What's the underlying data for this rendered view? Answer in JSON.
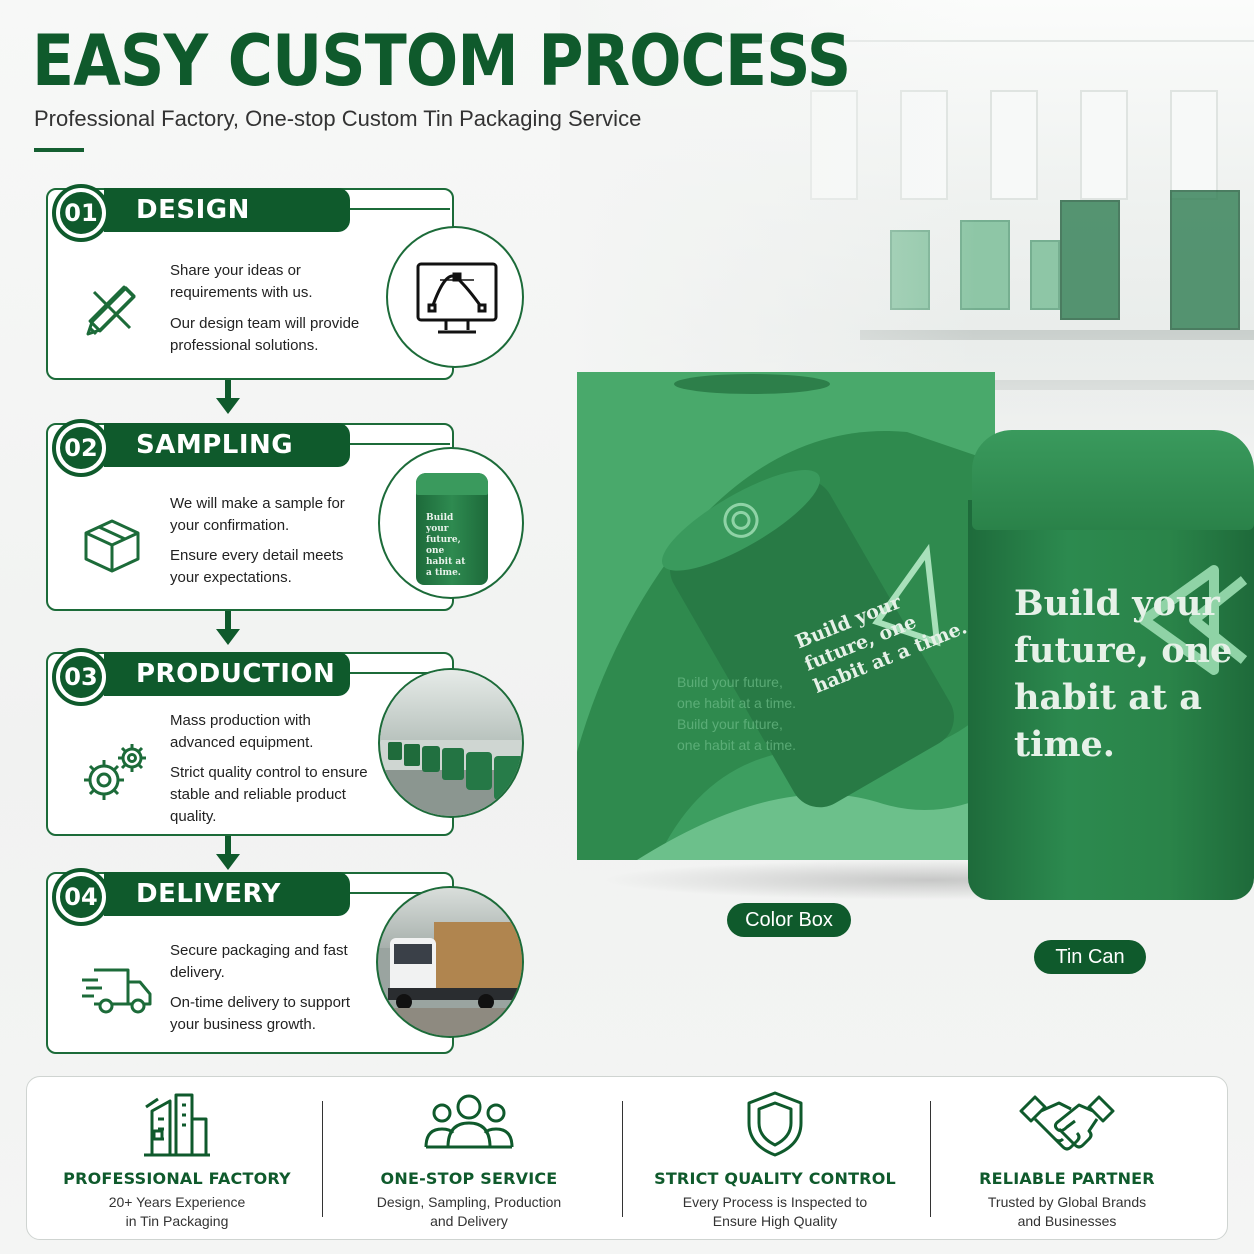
{
  "header": {
    "title": "EASY CUSTOM PROCESS",
    "subtitle": "Professional Factory, One-stop Custom Tin Packaging Service"
  },
  "steps": [
    {
      "number": "01",
      "label": "DESIGN",
      "text1": "Share your ideas or requirements with us.",
      "text2": "Our design team will provide professional solutions.",
      "icon": "pencil-ruler-icon",
      "image": "monitor-bezier-icon"
    },
    {
      "number": "02",
      "label": "SAMPLING",
      "text1": "We will make a sample for your confirmation.",
      "text2": "Ensure every detail meets your expectations.",
      "icon": "box-icon",
      "image": "sample-tin-photo",
      "tin_text": "Build your future, one habit at a time."
    },
    {
      "number": "03",
      "label": "PRODUCTION",
      "text1": "Mass production with advanced equipment.",
      "text2": "Strict quality control to ensure stable and reliable product quality.",
      "icon": "gears-icon",
      "image": "production-line-photo"
    },
    {
      "number": "04",
      "label": "DELIVERY",
      "text1": "Secure packaging and fast delivery.",
      "text2": "On-time delivery to support your business growth.",
      "icon": "truck-icon",
      "image": "delivery-truck-photo"
    }
  ],
  "product": {
    "box_label": "Color Box",
    "tin_label": "Tin Can",
    "box_slogan": "Build your future, one habit at a time.",
    "tin_slogan": "Build your future, one habit at a time.",
    "pattern_lines": [
      "Build your future,",
      "one habit at a time.",
      "Build your future,",
      "one habit at a time."
    ]
  },
  "features": [
    {
      "title": "PROFESSIONAL FACTORY",
      "line1": "20+ Years Experience",
      "line2": "in Tin Packaging",
      "icon": "factory-icon"
    },
    {
      "title": "ONE-STOP SERVICE",
      "line1": "Design, Sampling, Production",
      "line2": "and Delivery",
      "icon": "team-icon"
    },
    {
      "title": "STRICT QUALITY CONTROL",
      "line1": "Every Process is Inspected to",
      "line2": "Ensure High Quality",
      "icon": "shield-icon"
    },
    {
      "title": "RELIABLE PARTNER",
      "line1": "Trusted by Global Brands",
      "line2": "and Businesses",
      "icon": "handshake-icon"
    }
  ],
  "colors": {
    "brand": "#0f5a2c",
    "accent": "#49a96b",
    "tin": "#2a8449"
  }
}
